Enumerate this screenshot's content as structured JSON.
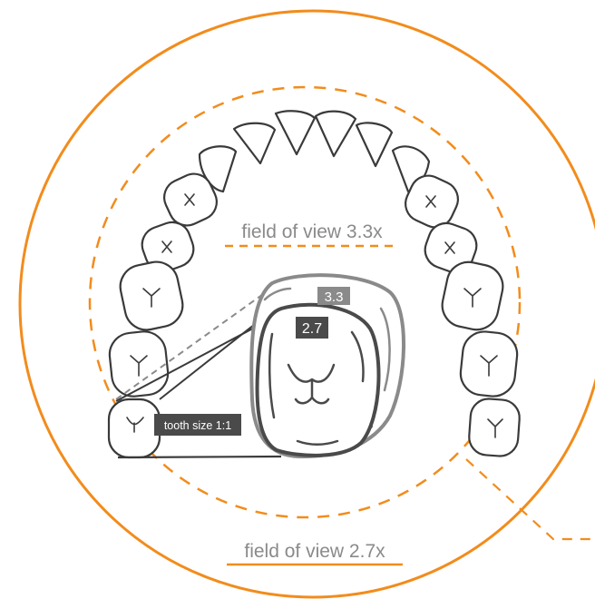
{
  "colors": {
    "accent": "#f28c1c",
    "dark": "#3a3a3a",
    "gray": "#8a8a8a",
    "label_text": "#8a8a8a"
  },
  "labels": {
    "fov_outer": "field of view 2.7x",
    "fov_inner": "field of view 3.3x",
    "zoom_33": "3.3",
    "zoom_27": "2.7",
    "tooth_size": "tooth size 1:1"
  }
}
